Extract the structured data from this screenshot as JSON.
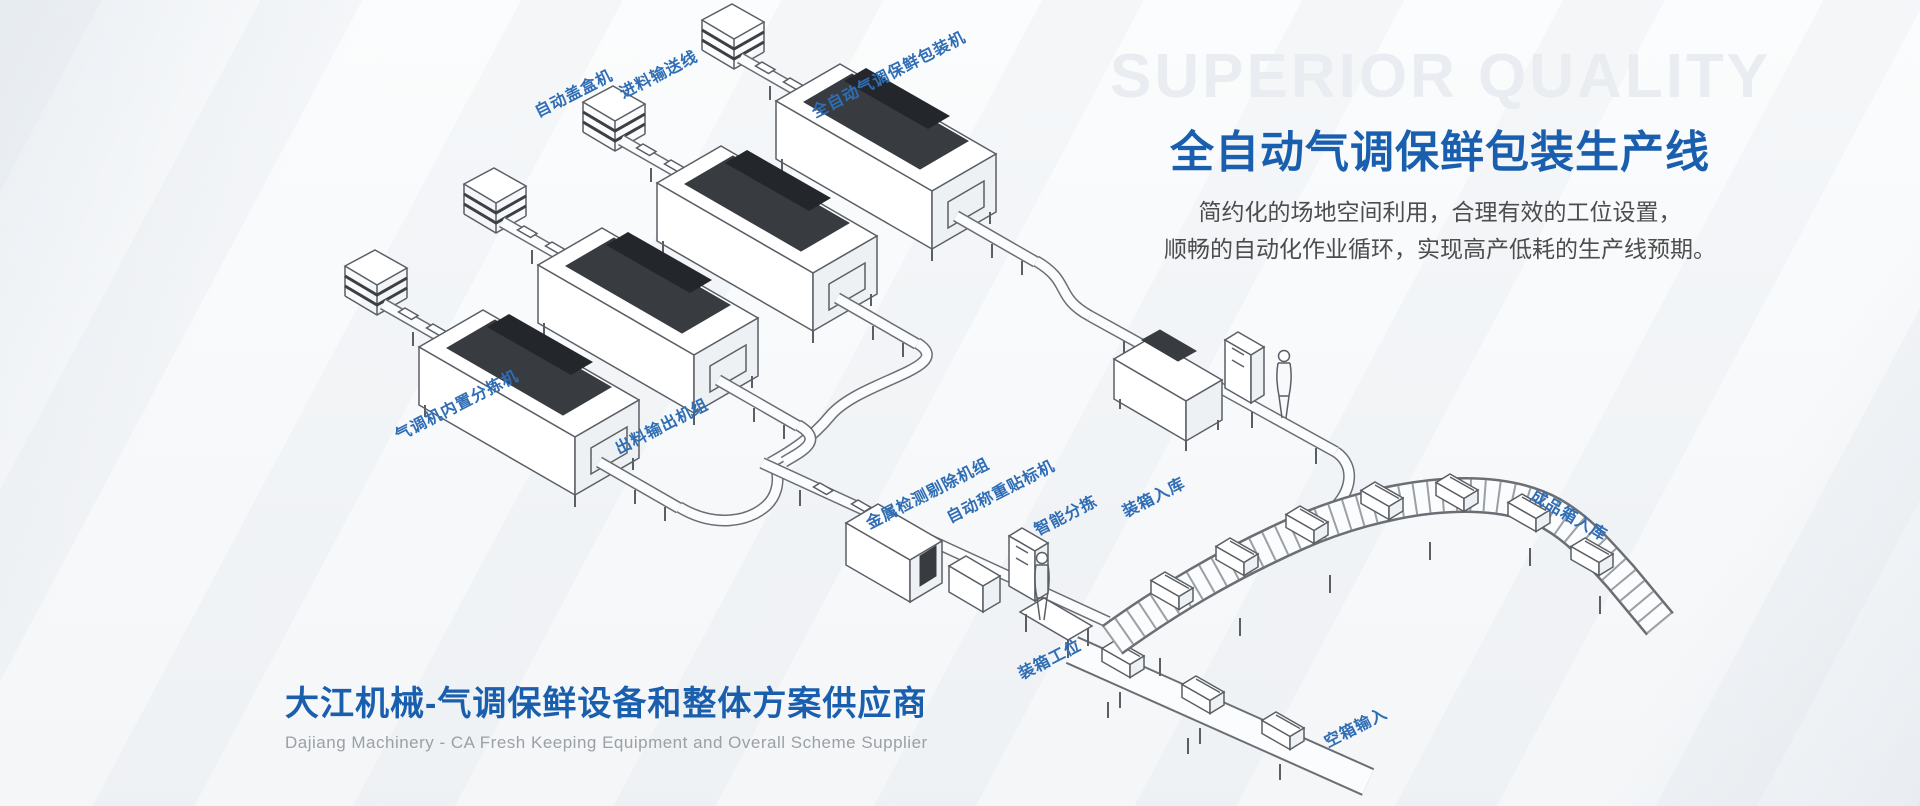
{
  "hero": {
    "watermark": "SUPERIOR QUALITY",
    "title": "全自动气调保鲜包装生产线",
    "subtitle_line1": "简约化的场地空间利用，合理有效的工位设置，",
    "subtitle_line2": "顺畅的自动化作业循环，实现高产低耗的生产线预期。"
  },
  "footer": {
    "title": "大江机械-气调保鲜设备和整体方案供应商",
    "subtitle": "Dajiang Machinery - CA Fresh Keeping Equipment and Overall Scheme Supplier"
  },
  "colors": {
    "accent_blue": "#1a5fae",
    "label_blue": "#2f6db5",
    "body_text": "#4d4d4d",
    "watermark_gray": "#e9ecf0",
    "line_art_gray": "#5a5f66"
  },
  "diagram": {
    "labels": [
      {
        "text": "自动盖盒机"
      },
      {
        "text": "进料输送线"
      },
      {
        "text": "全自动气调保鲜包装机"
      },
      {
        "text": "气调机内置分拣机"
      },
      {
        "text": "出料输出机组"
      },
      {
        "text": "金属检测剔除机组"
      },
      {
        "text": "自动称重贴标机"
      },
      {
        "text": "智能分拣"
      },
      {
        "text": "装箱入库"
      },
      {
        "text": "成品箱入库"
      },
      {
        "text": "装箱工位"
      },
      {
        "text": "空箱输入"
      }
    ]
  }
}
